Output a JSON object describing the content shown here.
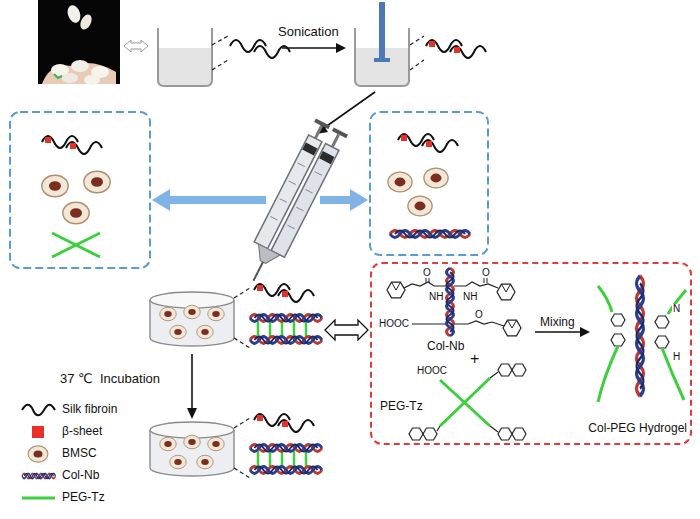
{
  "diagram": {
    "nodes": [
      {
        "text": [
          "Col-Nb",
          "PEG-Tz",
          "Mixing",
          "Col-PEG Hydrogel"
        ]
      }
    ],
    "labels": [
      "Sonication",
      "37 ℃",
      "Incubation",
      "O",
      "NH",
      "O",
      "NH",
      "HOOC",
      "O",
      "+",
      "HOOC",
      "N",
      "H"
    ],
    "legend": [
      {
        "text": "Silk fibroin"
      },
      {
        "text": "β-sheet",
        "color": "#e8302a"
      },
      {
        "text": "BMSC"
      },
      {
        "text": "Col-Nb"
      },
      {
        "text": "PEG-Tz"
      }
    ]
  }
}
